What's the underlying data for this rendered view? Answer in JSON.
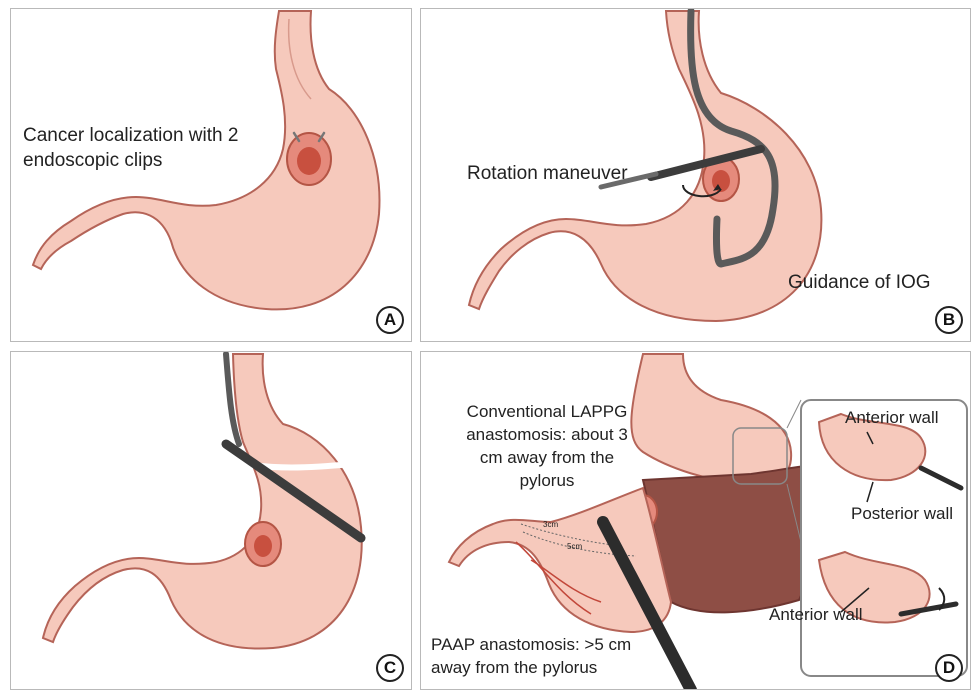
{
  "panels": {
    "a": {
      "label": "Cancer localization with 2 endoscopic clips",
      "badge": "A"
    },
    "b": {
      "rotation": "Rotation maneuver",
      "guidance": "Guidance of IOG",
      "badge": "B"
    },
    "c": {
      "badge": "C"
    },
    "d": {
      "conventional": "Conventional LAPPG anastomosis: about 3 cm away from the pylorus",
      "paap": "PAAP anastomosis: >5 cm away from the pylorus",
      "inset_anterior_top": "Anterior wall",
      "inset_posterior": "Posterior wall",
      "inset_anterior_bottom": "Anterior wall",
      "measure_3cm": "3cm",
      "measure_5cm": "5cm",
      "badge": "D"
    }
  },
  "colors": {
    "stomach_fill": "#f6c9bc",
    "stomach_stroke": "#b56458",
    "lesion": "#c8503f",
    "resected": "#8e4e45",
    "instrument": "#3c3c3c",
    "border": "#b9b9b9"
  }
}
